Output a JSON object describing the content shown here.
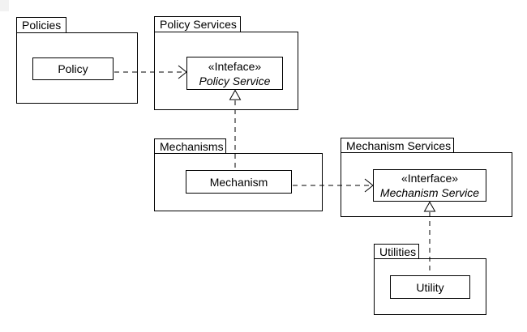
{
  "diagram": {
    "type": "uml-package-diagram",
    "background_color": "#ffffff",
    "line_color": "#000000"
  },
  "packages": [
    {
      "label": "Policies"
    },
    {
      "label": "Policy Services"
    },
    {
      "label": "Mechanisms"
    },
    {
      "label": "Mechanism Services"
    },
    {
      "label": "Utilities"
    }
  ],
  "classes": [
    {
      "name": "Policy",
      "package": "Policies"
    },
    {
      "name": "Mechanism",
      "package": "Mechanisms"
    },
    {
      "name": "Utility",
      "package": "Utilities"
    }
  ],
  "interfaces": [
    {
      "stereotype": "«Inteface»",
      "name": "Policy Service",
      "package": "Policy Services"
    },
    {
      "stereotype": "«Interface»",
      "name": "Mechanism Service",
      "package": "Mechanism Services"
    }
  ],
  "relationships": [
    {
      "type": "dependency",
      "from": "Policy",
      "to": "Policy Service",
      "line_style": "dashed",
      "arrowhead": "open"
    },
    {
      "type": "dependency",
      "from": "Mechanism",
      "to": "Mechanism Service",
      "line_style": "dashed",
      "arrowhead": "open"
    },
    {
      "type": "realization",
      "from": "Mechanism",
      "to": "Policy Service",
      "line_style": "dashed",
      "arrowhead": "hollow-triangle"
    },
    {
      "type": "realization",
      "from": "Utility",
      "to": "Mechanism Service",
      "line_style": "dashed",
      "arrowhead": "hollow-triangle"
    }
  ]
}
